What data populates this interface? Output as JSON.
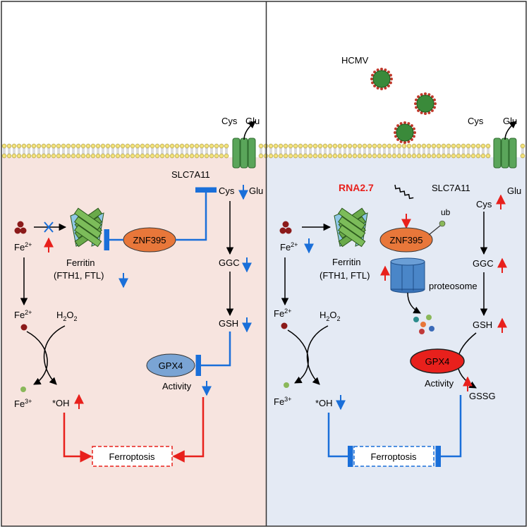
{
  "colors": {
    "left_bg": "#f7e4df",
    "right_bg": "#e4eaf4",
    "up": "#e8201c",
    "down": "#1a6fd9",
    "inhibit_blue": "#1a6fd9",
    "znf395": "#e8773a",
    "gpx4_left": "#7aa4d4",
    "gpx4_right": "#e8201c",
    "ferritin": "#6aaa4a",
    "transporter": "#5aa55a",
    "proteosome": "#4a86c8",
    "virus": "#3a8a3a"
  },
  "left": {
    "cys_top": "Cys",
    "glu_top": "Glu",
    "slc7a11": "SLC7A11",
    "cys": "Cys",
    "glu": "Glu",
    "ggc": "GGC",
    "gsh": "GSH",
    "gpx4": "GPX4",
    "activity": "Activity",
    "znf395": "ZNF395",
    "ferritin": "Ferritin",
    "ferritin_sub": "(FTH1, FTL)",
    "fe": "Fe",
    "fe2_sup": "2+",
    "fe3_sup": "3+",
    "h2o2_h": "H",
    "h2o2_o": "O",
    "h2o2_sub": "2",
    "oh": "*OH",
    "ferroptosis": "Ferroptosis"
  },
  "right": {
    "hcmv": "HCMV",
    "cys_top": "Cys",
    "glu_top": "Glu",
    "rna": "RNA2.7",
    "slc7a11": "SLC7A11",
    "cys": "Cys",
    "glu": "Glu",
    "ub": "ub",
    "znf395": "ZNF395",
    "proteosome": "proteosome",
    "ggc": "GGC",
    "gsh": "GSH",
    "gssg": "GSSG",
    "gpx4": "GPX4",
    "activity": "Activity",
    "ferritin": "Ferritin",
    "ferritin_sub": "(FTH1, FTL)",
    "fe": "Fe",
    "fe2_sup": "2+",
    "fe3_sup": "3+",
    "h2o2_h": "H",
    "h2o2_o": "O",
    "h2o2_sub": "2",
    "oh": "*OH",
    "ferroptosis": "Ferroptosis"
  }
}
